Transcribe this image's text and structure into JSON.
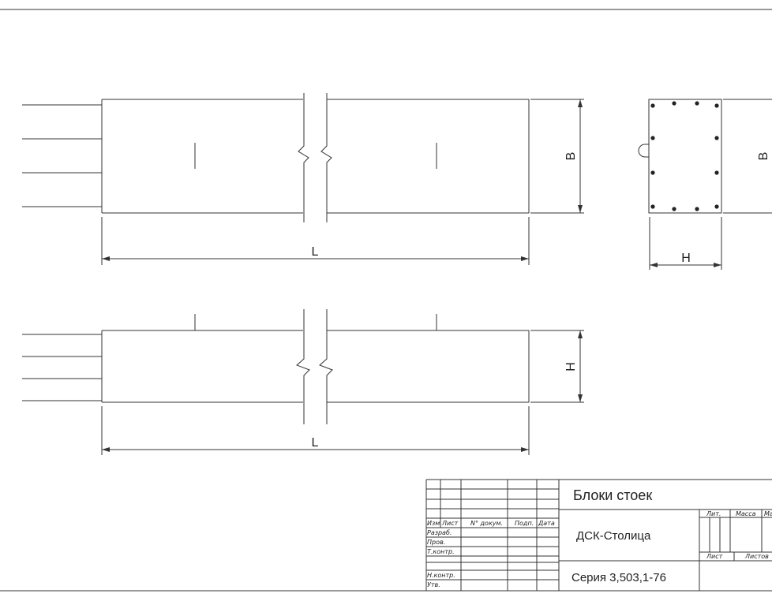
{
  "drawing": {
    "dimension_labels": {
      "front_length": "L",
      "front_width": "B",
      "section_width": "B",
      "section_height": "H",
      "bottom_length": "L",
      "bottom_height": "H"
    }
  },
  "title_block": {
    "title": "Блоки стоек",
    "organization": "ДСК-Столица",
    "series": "Серия 3,503,1-76",
    "header_labels": [
      "Изм",
      "Лист",
      "N° докум.",
      "Подп.",
      "Дата"
    ],
    "row_labels": [
      "Разраб.",
      "Пров.",
      "Т.контр.",
      "Н.контр.",
      "Утв."
    ],
    "lit_label": "Лит.",
    "mass_label": "Масса",
    "scale_label": "Ма",
    "sheet_label": "Лист",
    "sheets_label": "Листов"
  },
  "colors": {
    "line": "#333333",
    "background": "#ffffff"
  }
}
